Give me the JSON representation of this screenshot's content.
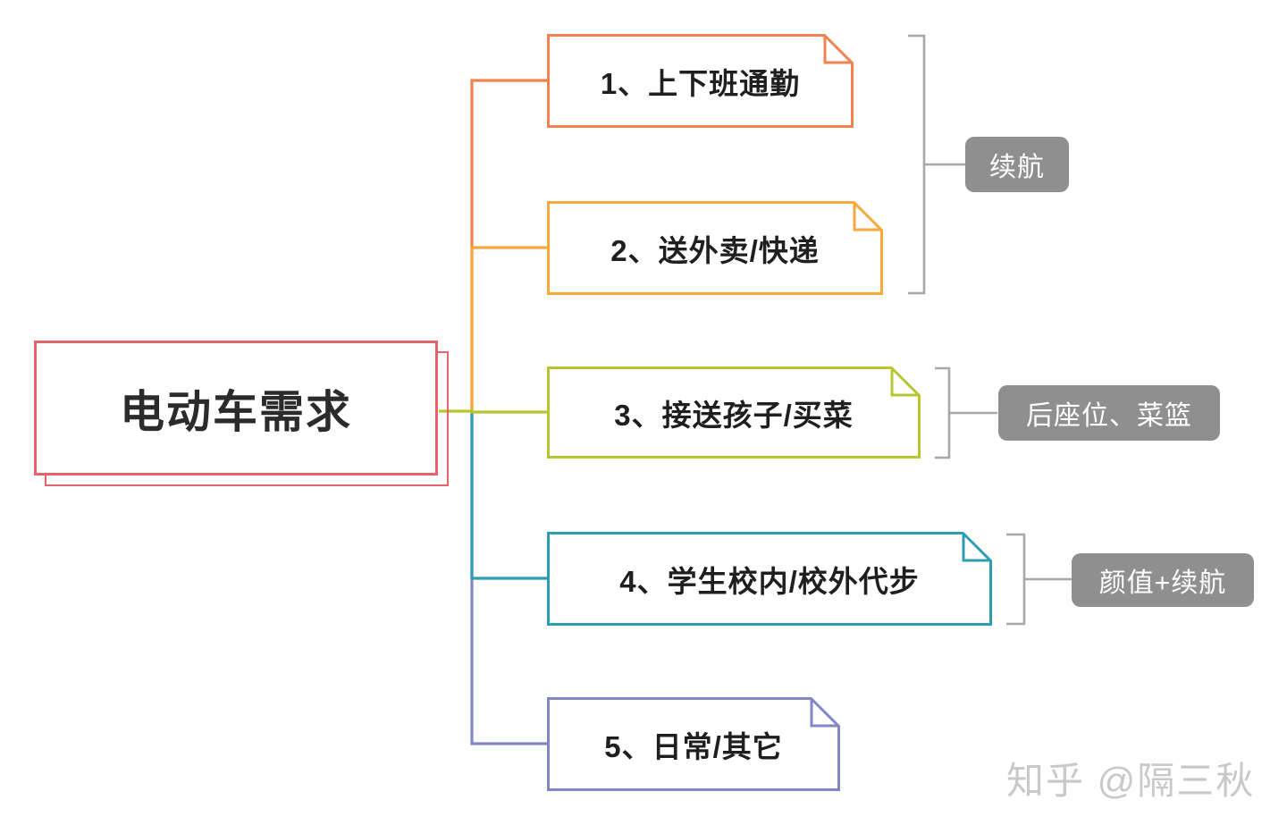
{
  "root": {
    "label": "电动车需求",
    "color": "#e4636c"
  },
  "branches": [
    {
      "label": "1、上下班通勤",
      "color": "#f0824f"
    },
    {
      "label": "2、送外卖/快递",
      "color": "#f6a83c"
    },
    {
      "label": "3、接送孩子/买菜",
      "color": "#b9c431"
    },
    {
      "label": "4、学生校内/校外代步",
      "color": "#2f9cb4"
    },
    {
      "label": "5、日常/其它",
      "color": "#8286c8"
    }
  ],
  "annotations": [
    {
      "label": "续航",
      "color": "#8f8f8f",
      "for_branches": [
        1,
        2
      ]
    },
    {
      "label": "后座位、菜篮",
      "color": "#8f8f8f",
      "for_branches": [
        3
      ]
    },
    {
      "label": "颜值+续航",
      "color": "#8f8f8f",
      "for_branches": [
        4
      ]
    }
  ],
  "bracket_color": "#a8a8a8",
  "watermark": "知乎 @隔三秋"
}
